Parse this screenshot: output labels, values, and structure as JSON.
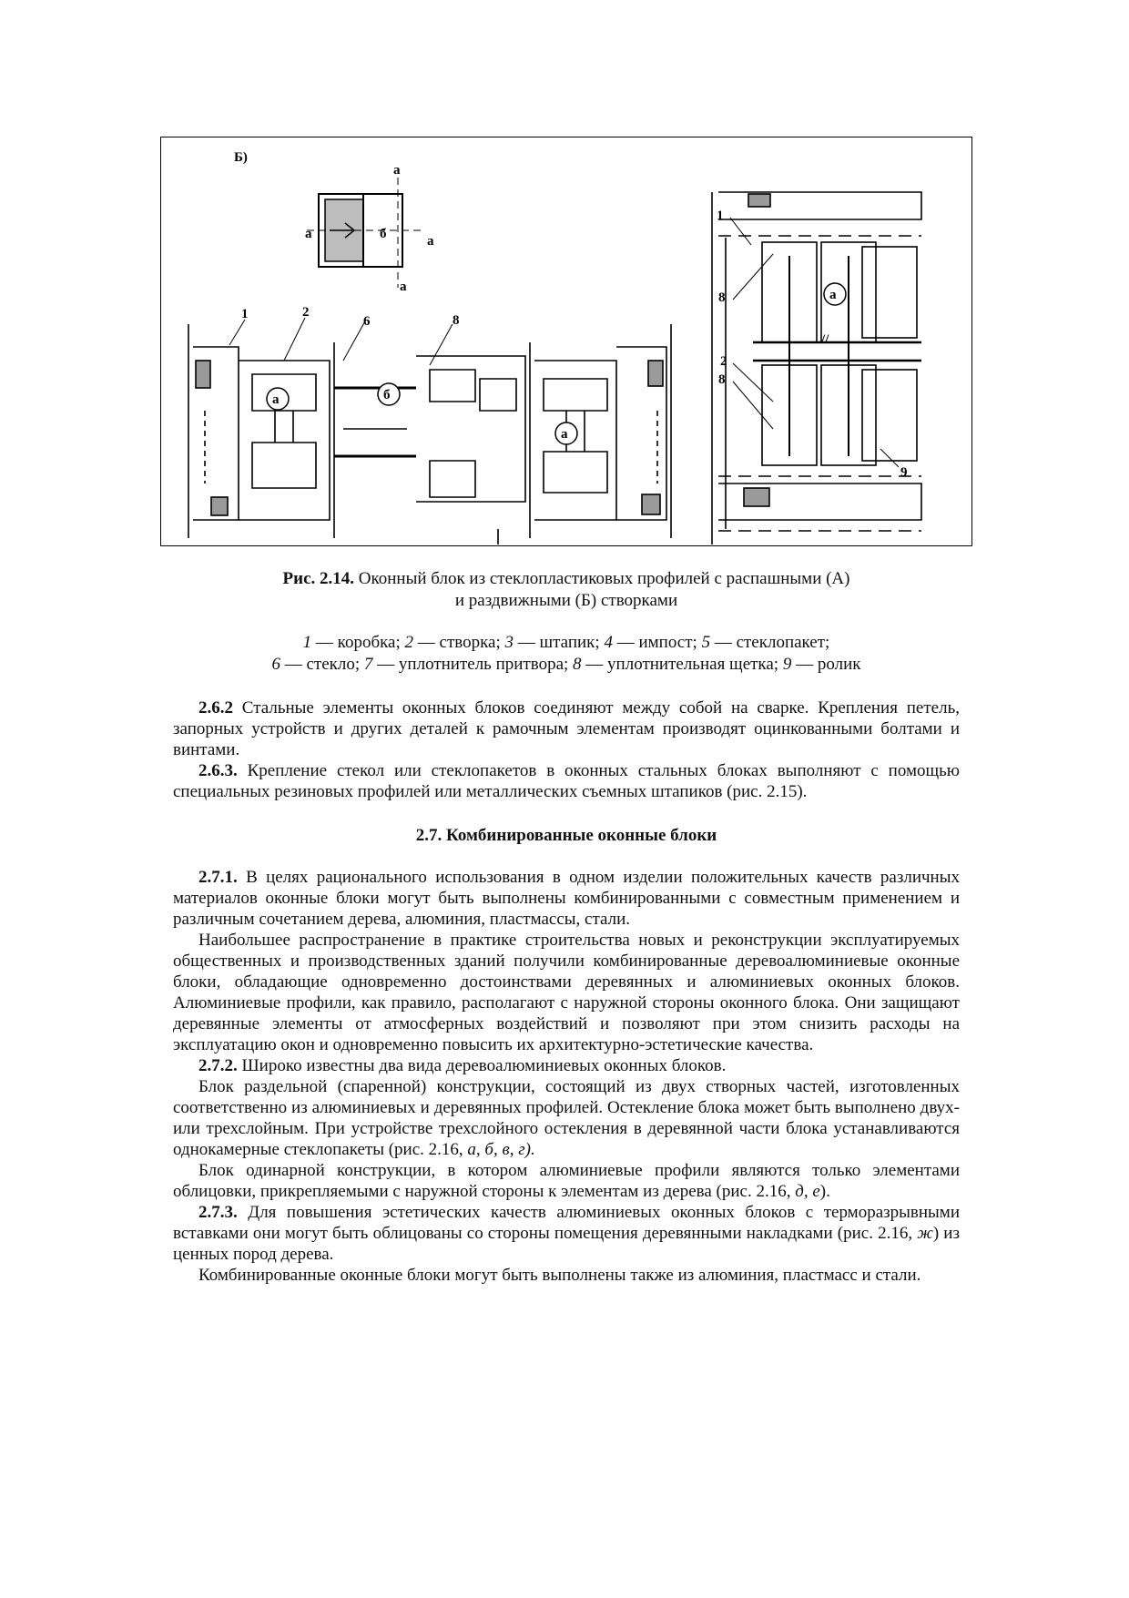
{
  "figure": {
    "panel_label": "Б)",
    "schema_labels": [
      "а",
      "а",
      "б",
      "а",
      "а"
    ],
    "section_labels": [
      "а",
      "б",
      "а",
      "а"
    ],
    "callouts": [
      "1",
      "2",
      "6",
      "8",
      "1",
      "8",
      "2",
      "8",
      "9"
    ],
    "break_marks": [
      "//"
    ]
  },
  "caption": {
    "label": "Рис. 2.14.",
    "line1": "Оконный блок из стеклопластиковых профилей с распашными (А)",
    "line2": "и раздвижными (Б) створками"
  },
  "legend": {
    "items": [
      {
        "num": "1",
        "text": " — коробка; "
      },
      {
        "num": "2",
        "text": " — створка; "
      },
      {
        "num": "3",
        "text": " — штапик; "
      },
      {
        "num": "4",
        "text": " — импост; "
      },
      {
        "num": "5",
        "text": " — стеклопакет;"
      },
      {
        "num": "6",
        "text": " — стекло; "
      },
      {
        "num": "7",
        "text": " — уплотнитель притвора; "
      },
      {
        "num": "8",
        "text": " — уплотнительная щетка; "
      },
      {
        "num": "9",
        "text": " — ролик"
      }
    ]
  },
  "body1": {
    "p1_num": "2.6.2",
    "p1_text": " Стальные элементы оконных блоков соединяют между собой на сварке. Крепления петель, запорных устройств и других деталей к рамочным элементам производят оцинкованными болтами и винтами.",
    "p2_num": "2.6.3.",
    "p2_text": " Крепление стекол или стеклопакетов в оконных стальных блоках выполняют с помощью специальных резиновых профилей или металлических съемных штапиков (рис. 2.15)."
  },
  "section_heading": "2.7. Комбинированные оконные блоки",
  "body2": {
    "p1_num": "2.7.1.",
    "p1_text": " В целях рационального использования в одном изделии положительных качеств различных материалов оконные блоки могут быть выполнены комбинированными с совместным применением и различным сочетанием дерева, алюминия, пластмассы, стали.",
    "p2_text": "Наибольшее распространение в практике строительства новых и реконструкции эксплуатируемых общественных и производственных зданий получили комбинированные деревоалюминиевые оконные блоки, обладающие одновременно достоинствами деревянных и алюминиевых оконных блоков. Алюминиевые профили, как правило, располагают с наружной стороны оконного блока. Они защищают деревянные элементы от атмосферных воздействий и позволяют при этом снизить расходы на эксплуатацию окон и одновременно повысить их архитектурно-эстетические качества.",
    "p3_num": "2.7.2.",
    "p3_text": " Широко известны два вида деревоалюминиевых оконных блоков.",
    "p4_text": "Блок раздельной (спаренной) конструкции, состоящий из двух створных частей, изготовленных соответственно из алюминиевых и деревянных профилей. Остекление блока может быть выполнено двух- или трехслойным. При устройстве трехслойного остекления в деревянной части блока устанавливаются однокамерные стеклопакеты (рис. 2.16, ",
    "p4_ital": "а, б, в, г).",
    "p5_text": "Блок одинарной конструкции, в котором алюминиевые профили являются только элементами облицовки, прикрепляемыми с наружной стороны к элементам из дерева (рис. 2.16, ",
    "p5_ital": "д, е",
    "p5_end": ").",
    "p6_num": "2.7.3.",
    "p6_text": " Для повышения эстетических качеств алюминиевых оконных блоков с терморазрывными вставками они могут быть облицованы со стороны помещения деревянными накладками (рис. 2.16, ",
    "p6_ital": "ж",
    "p6_end": ") из ценных пород дерева.",
    "p7_text": "Комбинированные оконные блоки могут быть выполнены также из алюминия, пластмасс и стали."
  }
}
